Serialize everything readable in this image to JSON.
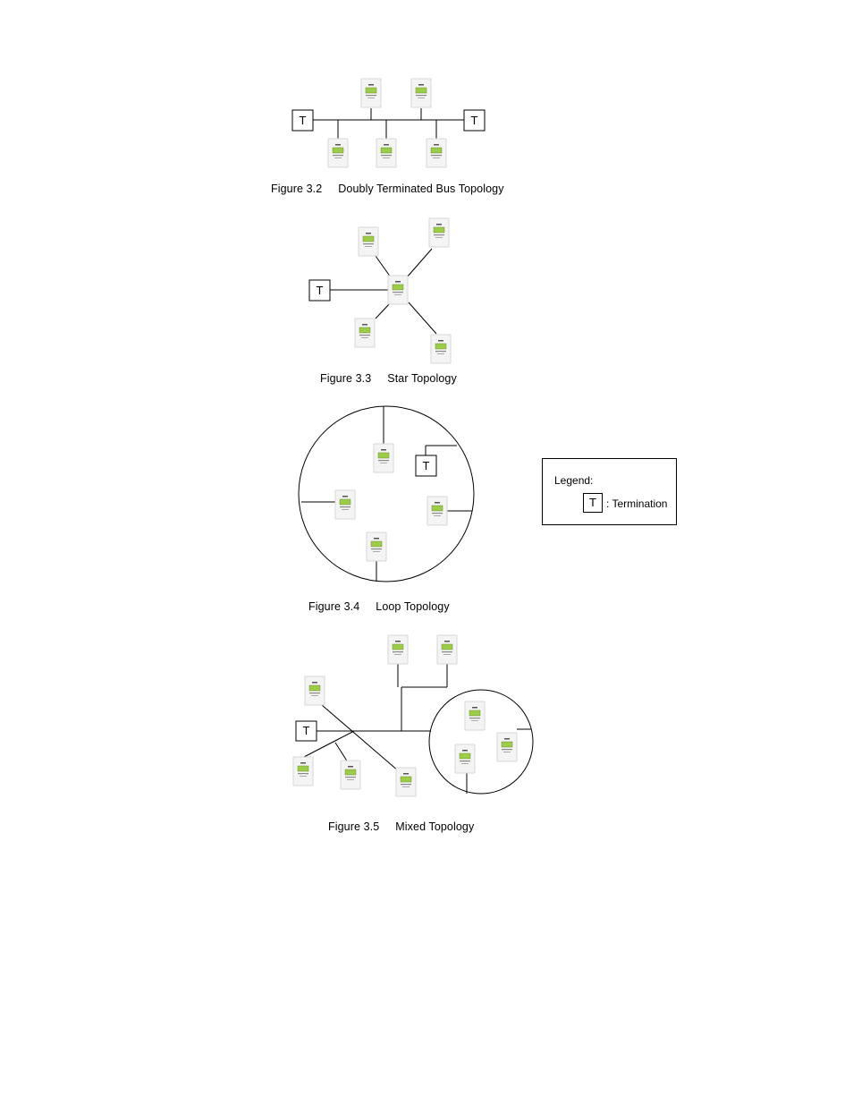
{
  "figures": [
    {
      "number": "Figure 3.2",
      "title": "Doubly Terminated Bus Topology"
    },
    {
      "number": "Figure 3.3",
      "title": "Star Topology"
    },
    {
      "number": "Figure 3.4",
      "title": "Loop Topology"
    },
    {
      "number": "Figure 3.5",
      "title": "Mixed Topology"
    }
  ],
  "termination_label": "T",
  "legend": {
    "title": "Legend:",
    "symbol": "T",
    "text": ": Termination"
  },
  "colors": {
    "line": "#000000",
    "device_body": "#f2f2f2",
    "device_screen": "#9ccc4a"
  },
  "device_icon": "thermostat-controller-icon"
}
